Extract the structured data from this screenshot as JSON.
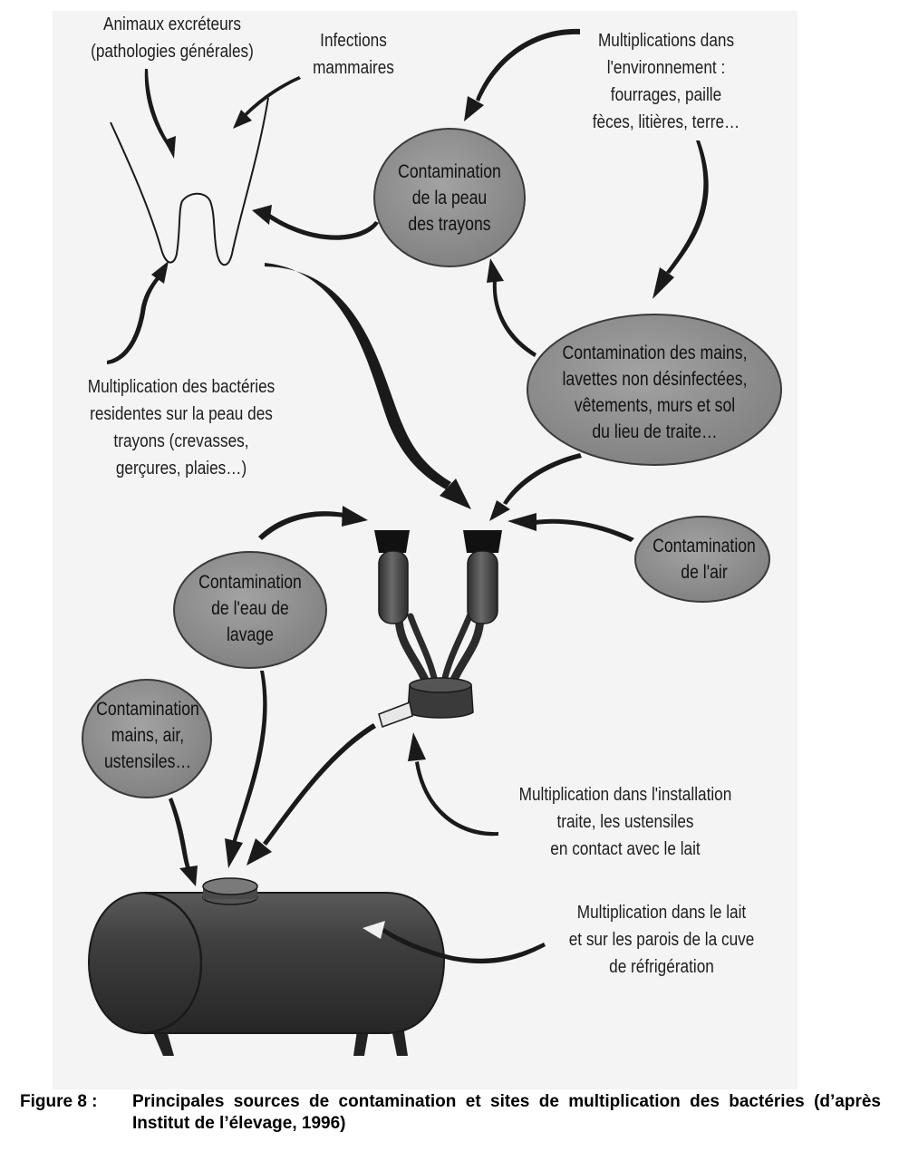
{
  "labels": {
    "animaux": "Animaux excréteurs\n(pathologies générales)",
    "infections": "Infections\nmammaires",
    "environnement": "Multiplications dans\nl'environnement :\nfourrages, paille\nfèces, litières, terre…",
    "residentes": "Multiplication des bactéries\nresidentes sur la peau des\ntrayons (crevasses,\ngerçures, plaies…)",
    "installation": "Multiplication dans l'installation\ntraite, les ustensiles\nen contact avec le lait",
    "cuve": "Multiplication dans le lait\net sur les parois de la cuve\nde réfrigération"
  },
  "bubbles": {
    "peau": "Contamination\nde la peau\ndes trayons",
    "mains": "Contamination des mains,\nlavettes non désinfectées,\nvêtements, murs et sol\ndu lieu de traite…",
    "air": "Contamination\nde l'air",
    "eau": "Contamination\nde l'eau de\nlavage",
    "ustensiles": "Contamination\nmains, air,\nustensiles…"
  },
  "caption": {
    "number": "Figure 8 :",
    "text": "Principales sources de contamination et sites de multiplication des bactéries (d’après Institut de l’élevage, 1996)"
  },
  "colors": {
    "bubble_fill": "#8f8f8f",
    "bubble_stroke": "#3a3a3a",
    "dark_fill": "#3c3c3c",
    "scan_background": "#f4f4f4"
  }
}
